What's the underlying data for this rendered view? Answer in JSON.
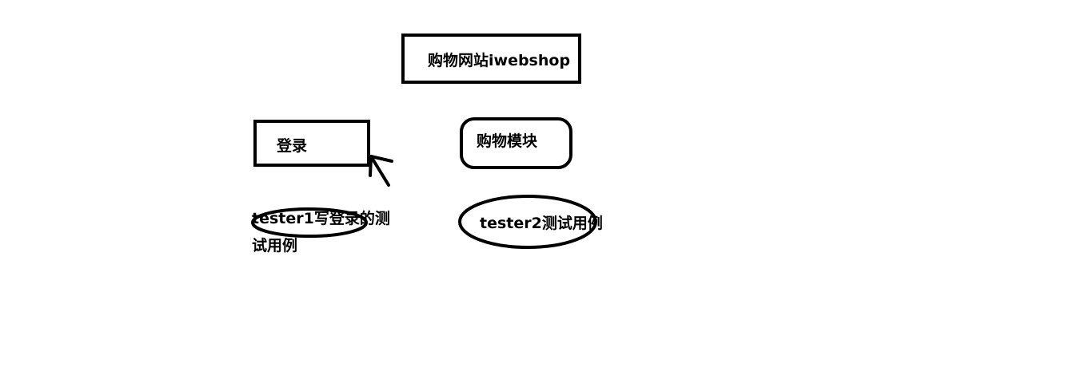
{
  "diagram": {
    "title_box": {
      "label": "购物网站iwebshop"
    },
    "login_box": {
      "label": "登录"
    },
    "shopping_box": {
      "label": "购物模块"
    },
    "tester1_note": {
      "line1": "tester1写登录的测",
      "line2": "试用例"
    },
    "tester2_note": {
      "label": "tester2测试用例"
    },
    "stroke_color": "#000000",
    "background": "#ffffff"
  }
}
